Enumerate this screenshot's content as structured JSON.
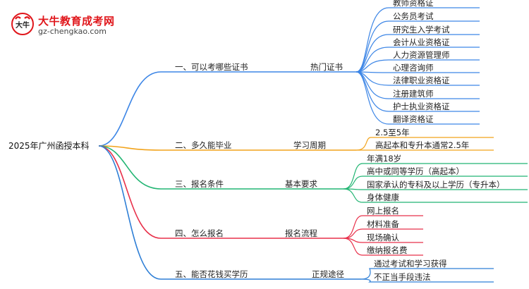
{
  "logo": {
    "title": "大牛教育成考网",
    "url": "gz-chengkao.com",
    "mark_text": "大牛"
  },
  "root": "2025年广州函授本科",
  "branches": [
    {
      "label": "一、可以考哪些证书",
      "sub": "热门证书",
      "color": "#3d86e6",
      "leaves": [
        "教师资格证",
        "公务员考试",
        "研究生入学考试",
        "会计从业资格证",
        "人力资源管理师",
        "心理咨询师",
        "法律职业资格证",
        "注册建筑师",
        "护士执业资格证",
        "翻译资格证"
      ]
    },
    {
      "label": "二、多久能毕业",
      "sub": "学习周期",
      "color": "#f2a31b",
      "leaves": [
        "2.5至5年",
        "高起本和专升本通常2.5年"
      ]
    },
    {
      "label": "三、报名条件",
      "sub": "基本要求",
      "color": "#22b573",
      "leaves": [
        "年满18岁",
        "高中或同等学历（高起本）",
        "国家承认的专科及以上学历（专升本）",
        "身体健康"
      ]
    },
    {
      "label": "四、怎么报名",
      "sub": "报名流程",
      "color": "#e8304a",
      "leaves": [
        "网上报名",
        "材料准备",
        "现场确认",
        "缴纳报名费"
      ]
    },
    {
      "label": "五、能否花钱买学历",
      "sub": "正规途径",
      "color": "#2f7fd6",
      "leaves": [
        "通过考试和学习获得",
        "不正当手段违法"
      ]
    }
  ]
}
